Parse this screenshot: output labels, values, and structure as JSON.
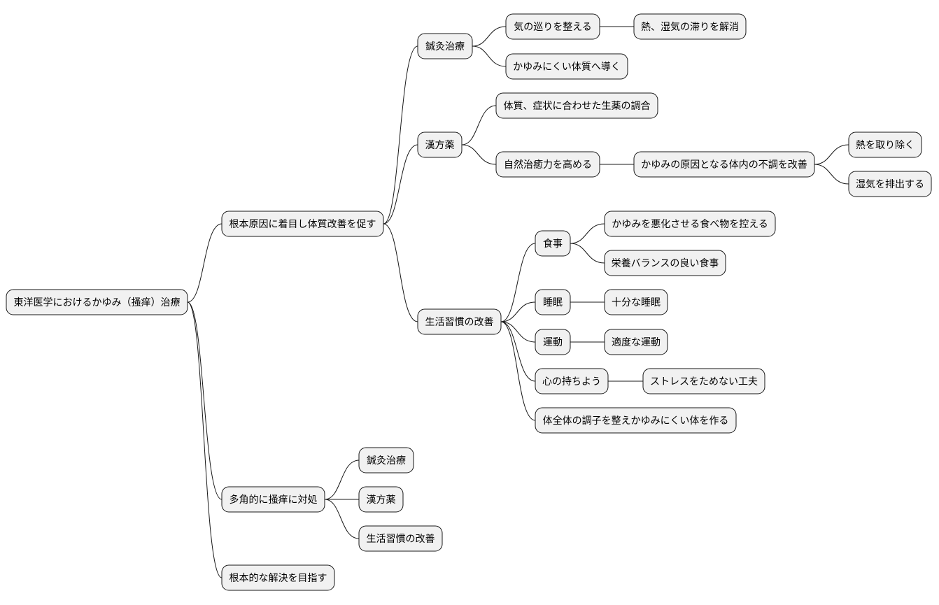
{
  "mindmap": {
    "root": "東洋医学におけるかゆみ（掻痒）治療",
    "branch_a": {
      "label": "根本原因に着目し体質改善を促す",
      "acupuncture": {
        "label": "鍼灸治療",
        "qi": "気の巡りを整える",
        "heat_damp": "熱、湿気の滞りを解消",
        "constitution": "かゆみにくい体質へ導く"
      },
      "kampo": {
        "label": "漢方薬",
        "blend": "体質、症状に合わせた生薬の調合",
        "healing": "自然治癒力を高める",
        "imbalance": "かゆみの原因となる体内の不調を改善",
        "remove_heat": "熱を取り除く",
        "expel_damp": "湿気を排出する"
      },
      "lifestyle": {
        "label": "生活習慣の改善",
        "diet": "食事",
        "diet_avoid": "かゆみを悪化させる食べ物を控える",
        "diet_balance": "栄養バランスの良い食事",
        "sleep": "睡眠",
        "sleep_enough": "十分な睡眠",
        "exercise": "運動",
        "exercise_moderate": "適度な運動",
        "mind": "心の持ちよう",
        "mind_stress": "ストレスをためない工夫",
        "whole_body": "体全体の調子を整えかゆみにくい体を作る"
      }
    },
    "branch_b": {
      "label": "多角的に掻痒に対処",
      "acupuncture": "鍼灸治療",
      "kampo": "漢方薬",
      "lifestyle": "生活習慣の改善"
    },
    "branch_c": {
      "label": "根本的な解決を目指す"
    }
  }
}
